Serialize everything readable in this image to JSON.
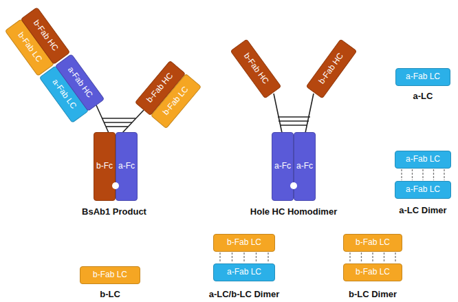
{
  "diagram": {
    "nodes": [
      {
        "text": [
          "b-Fab LC"
        ]
      },
      {
        "text": [
          "b-Fab HC"
        ]
      },
      {
        "text": [
          "a-Fab LC"
        ]
      },
      {
        "text": [
          "a-Fab HC"
        ]
      },
      {
        "text": [
          "b-Fab HC"
        ]
      },
      {
        "text": [
          "b-Fab LC"
        ]
      },
      {
        "text": [
          "b-Fc"
        ]
      },
      {
        "text": [
          "a-Fc"
        ]
      },
      {
        "text": [
          "b-Fab HC"
        ]
      },
      {
        "text": [
          "b-Fab HC"
        ]
      },
      {
        "text": [
          "a-Fc"
        ]
      },
      {
        "text": [
          "a-Fc"
        ]
      },
      {
        "text": [
          "a-Fab LC"
        ]
      },
      {
        "text": [
          "a-Fab LC"
        ]
      },
      {
        "text": [
          "a-Fab LC"
        ]
      },
      {
        "text": [
          "b-Fab LC"
        ]
      },
      {
        "text": [
          "b-Fab LC"
        ]
      },
      {
        "text": [
          "a-Fab LC"
        ]
      },
      {
        "text": [
          "b-Fab LC"
        ]
      },
      {
        "text": [
          "b-Fab LC"
        ]
      }
    ],
    "edges": [
      {
        "from": 13,
        "to": 14,
        "arrow": "none"
      },
      {
        "from": 16,
        "to": 17,
        "arrow": "none"
      },
      {
        "from": 18,
        "to": 19,
        "arrow": "none"
      }
    ],
    "labels": [
      "BsAb1 Product",
      "Hole HC Homodimer",
      "a-LC",
      "a-LC Dimer",
      "b-LC",
      "a-LC/b-LC Dimer",
      "b-LC Dimer"
    ]
  }
}
